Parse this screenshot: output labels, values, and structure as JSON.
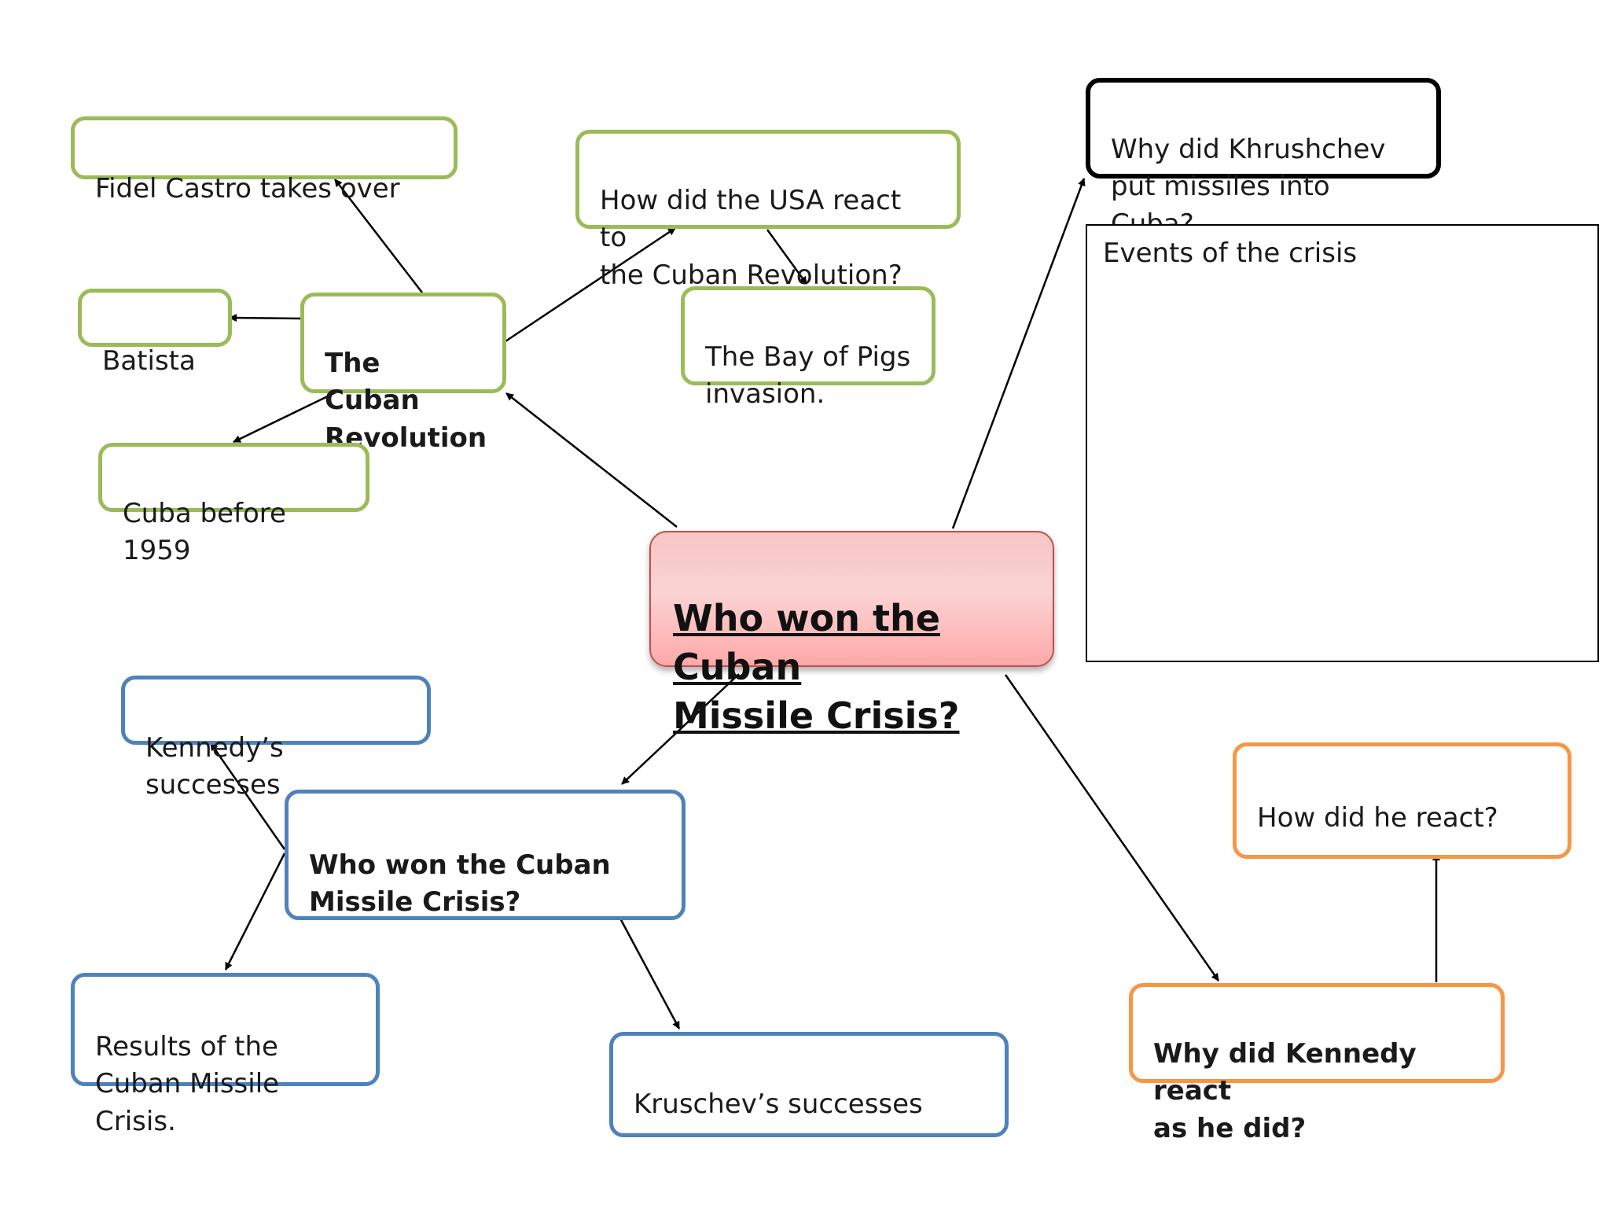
{
  "center": {
    "title": "Who won the Cuban\nMissile Crisis?"
  },
  "nodes": {
    "cuban_revolution": "The Cuban\nRevolution",
    "fidel_castro": "Fidel Castro takes over",
    "batista": "Batista",
    "cuba_before_1959": "Cuba before 1959",
    "usa_react": "How did the USA react to\nthe Cuban Revolution?",
    "bay_of_pigs": "The Bay of Pigs\ninvasion.",
    "why_khrushchev": "Why did Khrushchev\nput missiles into Cuba?",
    "events": "Events of the crisis",
    "who_won": "Who won the Cuban\nMissile Crisis?",
    "kennedy_successes": "Kennedy’s successes",
    "results": "Results of the\nCuban Missile Crisis.",
    "kruschev_successes": "Kruschev’s successes",
    "how_react": "How did he react?",
    "why_kennedy": "Why did Kennedy react\nas he did?"
  },
  "colors": {
    "green": "#9bbb59",
    "blue": "#4f81bd",
    "orange": "#f79646",
    "center_border": "#c0504d",
    "center_fill": "#ffb3b3"
  }
}
